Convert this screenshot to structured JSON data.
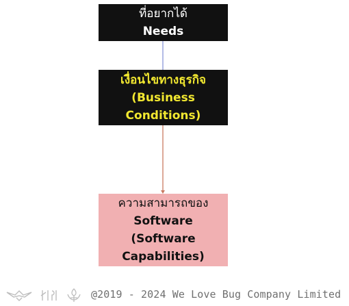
{
  "nodes": {
    "needs": {
      "thai": "ที่อยากได้",
      "en": "Needs"
    },
    "business": {
      "thai": "เงื่อนไขทางธุรกิจ",
      "en_line1": "(Business",
      "en_line2": "Conditions)"
    },
    "software": {
      "thai": "ความสามารถของ",
      "en_line1": "Software",
      "en_line2": "(Software",
      "en_line3": "Capabilities)"
    }
  },
  "edges": [
    {
      "from": "needs",
      "to": "business",
      "color": "#8a96d8"
    },
    {
      "from": "business",
      "to": "software",
      "color": "#c87860"
    }
  ],
  "footer": {
    "logo_icons": [
      "bird-logo-icon",
      "flower-logo-icon"
    ],
    "copyright": "@2019 - 2024 We Love Bug Company Limited"
  }
}
